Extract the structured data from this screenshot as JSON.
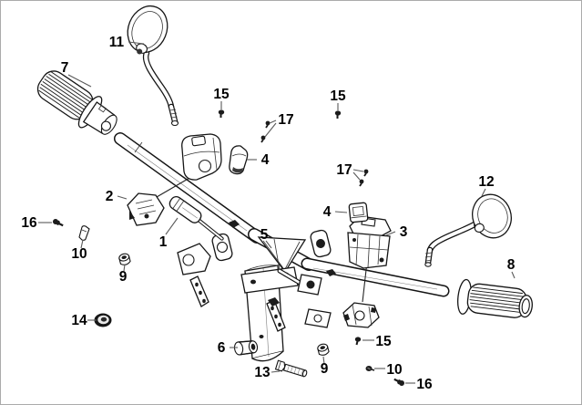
{
  "diagram": {
    "background_color": "#ffffff",
    "art_color": "#161616",
    "leader_color": "#5a5a5a",
    "label_color": "#000000"
  },
  "callouts": [
    {
      "number": "7"
    },
    {
      "number": "11"
    },
    {
      "number": "15"
    },
    {
      "number": "17"
    },
    {
      "number": "4"
    },
    {
      "number": "15"
    },
    {
      "number": "17"
    },
    {
      "number": "12"
    },
    {
      "number": "2"
    },
    {
      "number": "16"
    },
    {
      "number": "1"
    },
    {
      "number": "10"
    },
    {
      "number": "9"
    },
    {
      "number": "5"
    },
    {
      "number": "3"
    },
    {
      "number": "4"
    },
    {
      "number": "8"
    },
    {
      "number": "14"
    },
    {
      "number": "6"
    },
    {
      "number": "13"
    },
    {
      "number": "9"
    },
    {
      "number": "15"
    },
    {
      "number": "10"
    },
    {
      "number": "16"
    }
  ]
}
